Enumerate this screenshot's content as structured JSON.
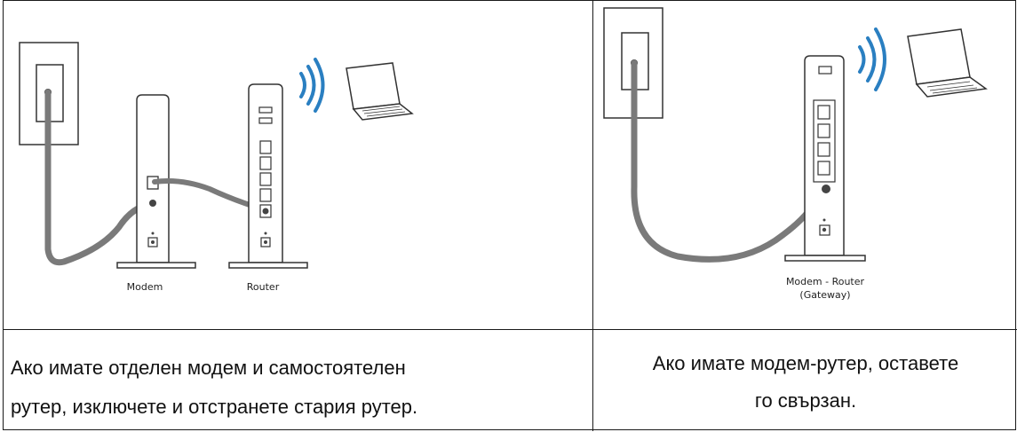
{
  "panels": {
    "left": {
      "labels": {
        "modem": "Modem",
        "router": "Router"
      },
      "caption_line1": "Ако имате отделен модем и самостоятелен",
      "caption_line2": "рутер, изключете и отстранете стария рутер."
    },
    "right": {
      "labels": {
        "gateway_line1": "Modem - Router",
        "gateway_line2": "(Gateway)"
      },
      "caption_line1": "Ако имате модем-рутер, оставете",
      "caption_line2": "го свързан."
    }
  },
  "colors": {
    "cable": "#7a7a7a",
    "wifi": "#2a7fc1",
    "device_stroke": "#333333",
    "border": "#1a1a1a"
  },
  "icons": [
    "wall-outlet-icon",
    "modem-icon",
    "router-icon",
    "gateway-icon",
    "wifi-signal-icon",
    "laptop-icon"
  ]
}
